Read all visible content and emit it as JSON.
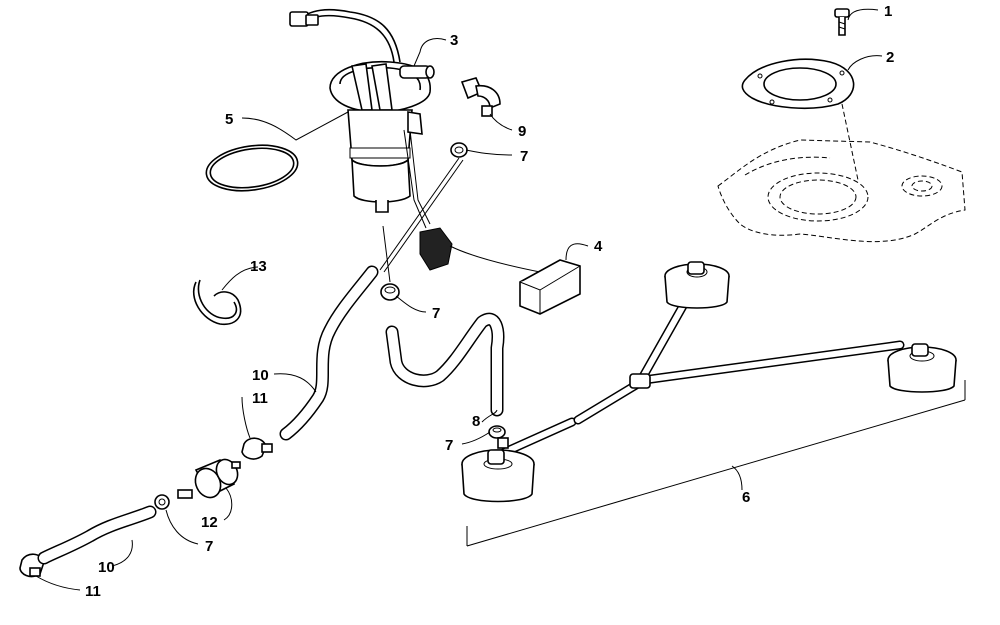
{
  "callouts": [
    "1",
    "2",
    "3",
    "4",
    "5",
    "6",
    "7",
    "7",
    "7",
    "7",
    "8",
    "9",
    "10",
    "10",
    "11",
    "11",
    "12",
    "13"
  ]
}
